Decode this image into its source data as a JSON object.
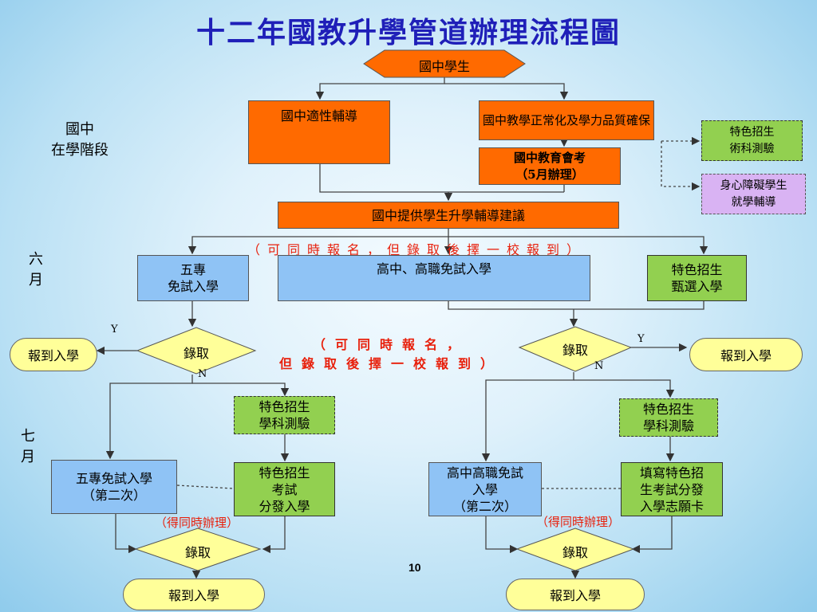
{
  "title": "十二年國教升學管道辦理流程圖",
  "page_number": "10",
  "stages": {
    "junior": "國中\n在學階段",
    "june": "六\n月",
    "july": "七\n月"
  },
  "nodes": {
    "student": "國中學生",
    "guidance": "國中適性輔導",
    "teaching": "國中教學正常化及學力品質確保",
    "exam": "國中教育會考\n（5月辦理）",
    "art_test": "特色招生\n術科測驗",
    "disabled": "身心障礙學生\n就學輔導",
    "advice": "國中提供學生升學輔導建議",
    "five_free": "五專\n免試入學",
    "high_free": "高中、高職免試入學",
    "special_select": "特色招生\n甄選入學",
    "admit_left": "錄取",
    "admit_right": "錄取",
    "report_left": "報到入學",
    "report_right": "報到入學",
    "subject_test_left": "特色招生\n學科測驗",
    "subject_test_right": "特色招生\n學科測驗",
    "five_second": "五專免試入學\n（第二次）",
    "special_exam": "特色招生\n考試\n分發入學",
    "high_second": "高中高職免試\n入學\n（第二次）",
    "fill_card": "填寫特色招\n生考試分發\n入學志願卡",
    "admit_bottom_left": "錄取",
    "admit_bottom_right": "錄取",
    "report_bottom_left": "報到入學",
    "report_bottom_right": "報到入學"
  },
  "notes": {
    "simultaneous_top": "（可同時報名，但錄取後擇一校報到）",
    "simultaneous_mid": "（可同時報名，\n但錄取後擇一校報到）",
    "same_time_left": "（得同時辦理）",
    "same_time_right": "（得同時辦理）"
  },
  "branch_labels": {
    "y_left": "Y",
    "n_left": "N",
    "y_right": "Y",
    "n_right": "N"
  },
  "colors": {
    "orange": "#ff6a00",
    "blue": "#8fc3f5",
    "green": "#92d050",
    "purple": "#d9b3f3",
    "yellow": "#ffff99",
    "title": "#1f1fb8",
    "note_red": "#e8200c"
  }
}
